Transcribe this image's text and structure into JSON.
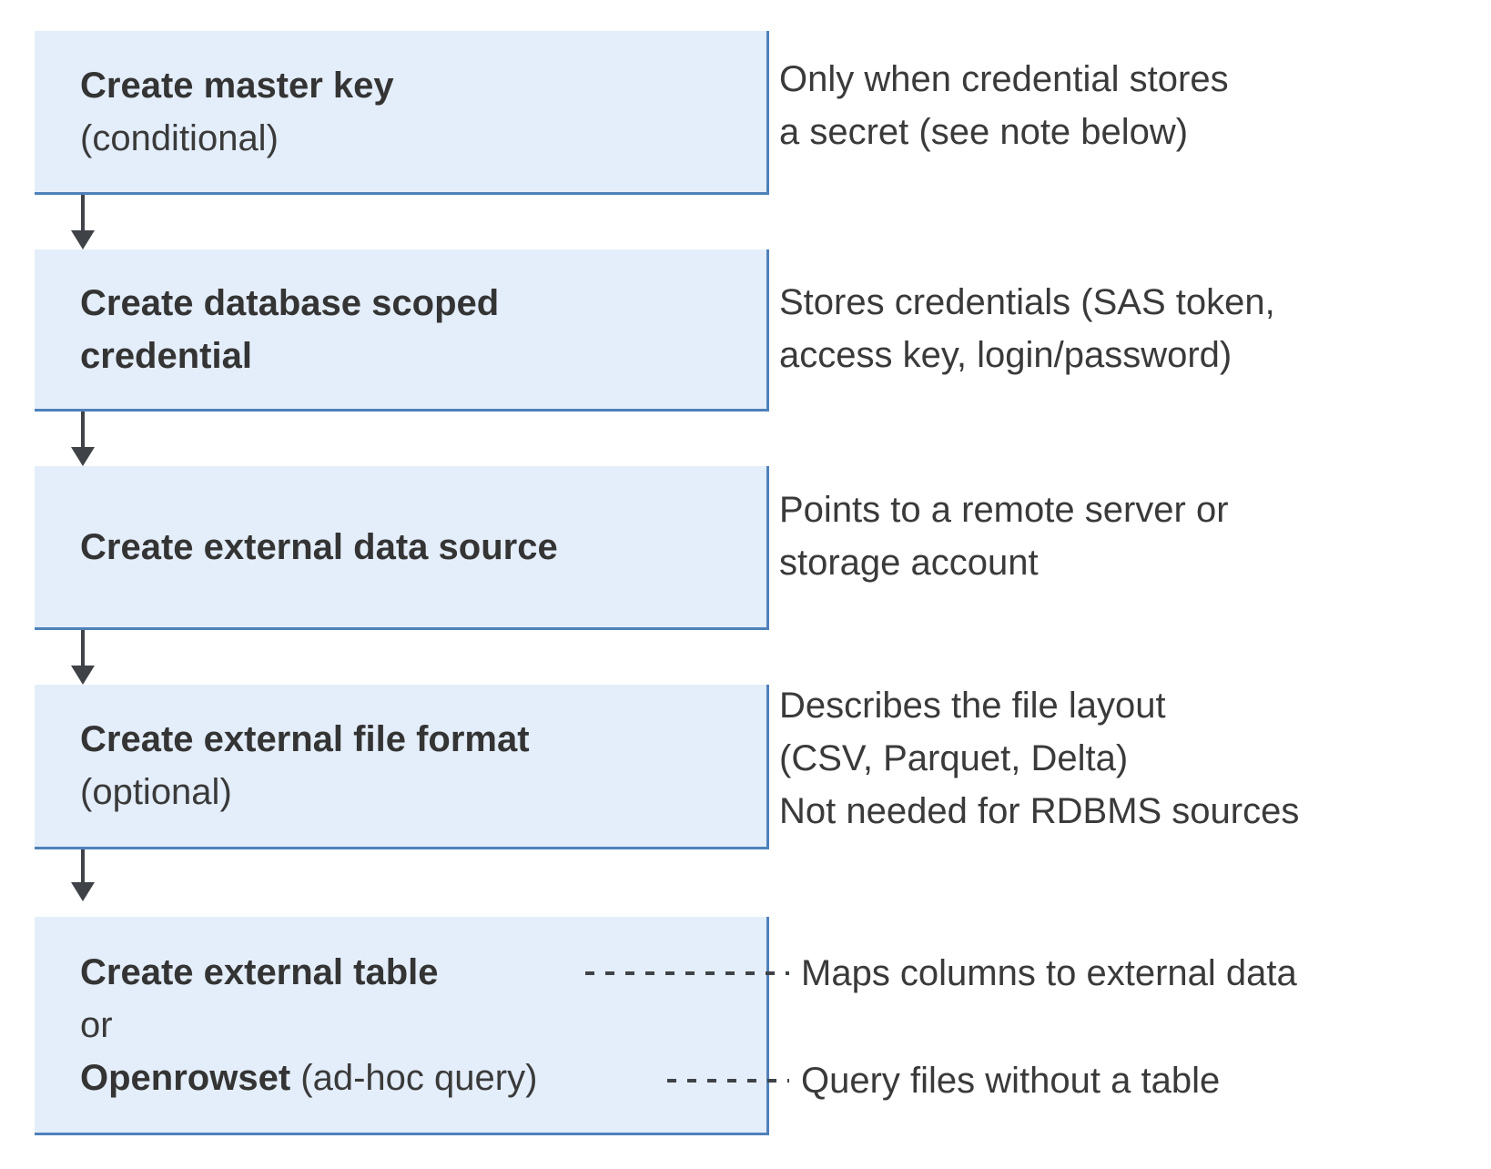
{
  "colors": {
    "box_fill": "#e4eefa",
    "box_border": "#4e81ba",
    "arrow": "#3f4347",
    "text": "#3a3a3a"
  },
  "steps": [
    {
      "title": "Create master key",
      "qualifier": "(conditional)"
    },
    {
      "title_line1": "Create database scoped",
      "title_line2": "credential"
    },
    {
      "title": "Create external data source"
    },
    {
      "title": "Create external file format",
      "qualifier": "(optional)"
    },
    {
      "title": "Create external table",
      "conjunction": "or",
      "alt_title": "Openrowset",
      "alt_qualifier": " (ad-hoc query)"
    }
  ],
  "notes": [
    {
      "lines": [
        "Only when credential stores",
        "a secret (see note below)"
      ]
    },
    {
      "lines": [
        "Stores credentials (SAS token,",
        "access key, login/password)"
      ]
    },
    {
      "lines": [
        "Points to a remote server or",
        "storage account"
      ]
    },
    {
      "lines": [
        "Describes the file layout",
        "(CSV, Parquet, Delta)",
        "Not needed for RDBMS sources"
      ]
    },
    {
      "lines": [
        "Maps columns to external data"
      ]
    },
    {
      "lines": [
        "Query files without a table"
      ]
    }
  ]
}
